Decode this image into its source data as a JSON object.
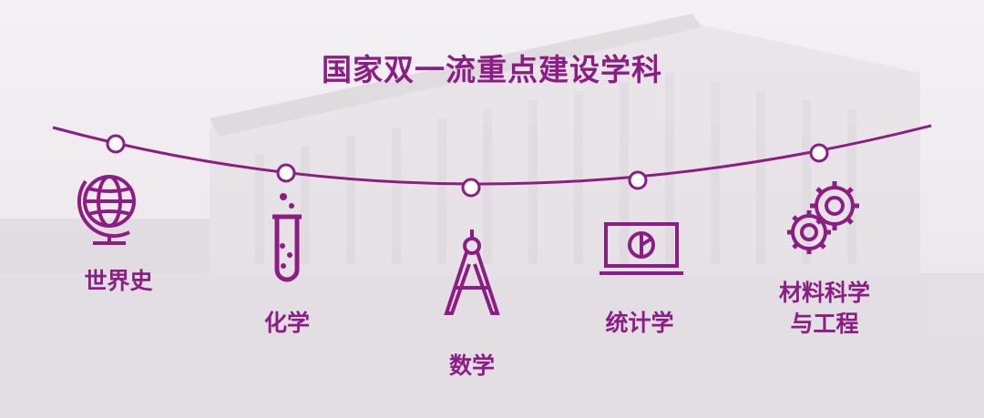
{
  "colors": {
    "accent": "#8c1d84",
    "background": "#f1eef1"
  },
  "title": "国家双一流重点建设学科",
  "subjects": [
    {
      "label": "世界史",
      "icon": "globe-icon"
    },
    {
      "label": "化学",
      "icon": "test-tube-icon"
    },
    {
      "label": "数学",
      "icon": "compass-icon"
    },
    {
      "label": "统计学",
      "icon": "laptop-pie-chart-icon"
    },
    {
      "label": "材料科学\n与工程",
      "icon": "gears-icon"
    }
  ]
}
